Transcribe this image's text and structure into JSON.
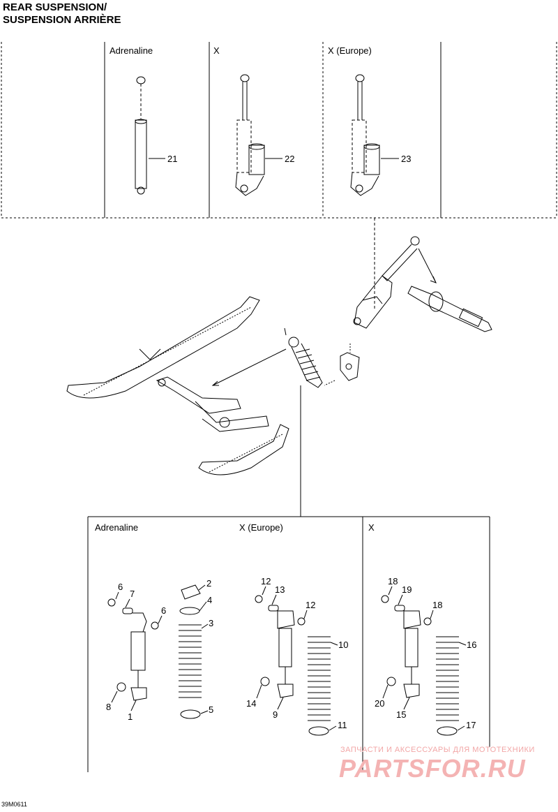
{
  "header": {
    "title_en": "REAR SUSPENSION/",
    "title_fr": "SUSPENSION ARRIÈRE"
  },
  "top_panels": [
    {
      "label": "Adrenaline",
      "callout": "21"
    },
    {
      "label": "X",
      "callout": "22"
    },
    {
      "label": "X (Europe)",
      "callout": "23"
    }
  ],
  "bottom_panels": [
    {
      "label": "Adrenaline"
    },
    {
      "label": "X (Europe)"
    },
    {
      "label": "X"
    }
  ],
  "callouts": {
    "adrenaline": [
      "6",
      "7",
      "6",
      "2",
      "4",
      "3",
      "8",
      "1",
      "5"
    ],
    "x_europe": [
      "12",
      "13",
      "12",
      "10",
      "14",
      "9",
      "11"
    ],
    "x": [
      "18",
      "19",
      "18",
      "16",
      "20",
      "15",
      "17"
    ]
  },
  "drawing_code": "39M0611",
  "watermark": {
    "line1": "ЗАПЧАСТИ И АКСЕССУАРЫ ДЛЯ МОТОТЕХНИКИ",
    "logo": "PARTSFOR.RU"
  }
}
